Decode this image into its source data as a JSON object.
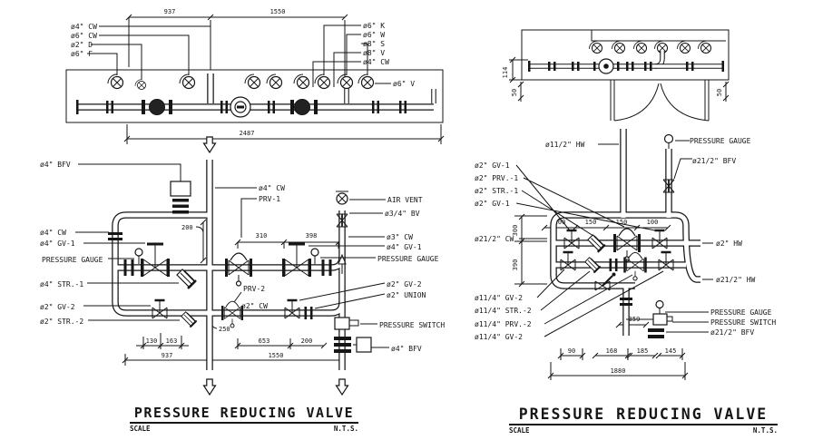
{
  "colors": {
    "ink": "#161616",
    "paper": "#ffffff"
  },
  "manifold_elevation": {
    "supply_labels": [
      "ø4\" CW",
      "ø6\" CW",
      "ø2\" D",
      "ø6\" F"
    ],
    "branch_labels": [
      "ø6\" K",
      "ø6\" W",
      "ø8\" S",
      "ø8\" V",
      "ø4\" CW"
    ],
    "vent_label": "ø6\" V",
    "dims": {
      "left_span": "937",
      "right_span": "1550",
      "total": "2487"
    }
  },
  "prv_station_left": {
    "labels": {
      "bfv_top": "ø4\" BFV",
      "cw_riser": "ø4\" CW",
      "prv1": "PRV-1",
      "air_vent": "AIR VENT",
      "bv": "ø3/4\" BV",
      "cw3": "ø3\" CW",
      "gv1_right": "ø4\" GV-1",
      "gauge_right": "PRESSURE GAUGE",
      "gv2_right": "ø2\" GV-2",
      "union": "ø2\" UNION",
      "pressure_switch": "PRESSURE SWITCH",
      "bfv_bottom": "ø4\" BFV",
      "cw_left": "ø4\" CW",
      "gv1_left": "ø4\" GV-1",
      "gauge_left": "PRESSURE GAUGE",
      "str1": "ø4\" STR.-1",
      "gv2_left": "ø2\" GV-2",
      "str2": "ø2\" STR.-2",
      "prv2": "PRV-2",
      "cw2": "ø2\" CW"
    },
    "dims": {
      "riser_offset": "200",
      "prv_span": "310",
      "outlet_span": "398",
      "drop": "250",
      "d130": "130",
      "d163": "163",
      "d653": "653",
      "d200b": "200",
      "left_total": "937",
      "right_total": "1550"
    }
  },
  "plan_view": {
    "dims": {
      "depth": "114",
      "clear_left": "50",
      "clear_right": "50"
    }
  },
  "prv_station_right": {
    "labels": {
      "hw_riser": "ø11/2\" HW",
      "gauge_top": "PRESSURE GAUGE",
      "bfv_top": "ø21/2\" BFV",
      "gv1_a": "ø2\" GV-1",
      "prv1": "ø2\" PRV.-1",
      "str1": "ø2\" STR.-1",
      "gv1_b": "ø2\" GV-1",
      "cw": "ø21/2\" CW",
      "hw_out_small": "ø2\" HW",
      "hw_out_large": "ø21/2\" HW",
      "gv2_a": "ø11/4\" GV-2",
      "str2": "ø11/4\" STR.-2",
      "prv2": "ø11/4\" PRV.-2",
      "gv2_b": "ø11/4\" GV-2",
      "gauge_bottom": "PRESSURE GAUGE",
      "pressure_switch": "PRESSURE SWITCH",
      "bfv_bottom": "ø21/2\" BFV"
    },
    "dims": {
      "d100a": "100",
      "d150a": "150",
      "d150b": "150",
      "d100b": "100",
      "v300": "300",
      "v390": "390",
      "d359": "359",
      "d90": "90",
      "d168": "168",
      "d185": "185",
      "d145": "145",
      "total": "1880"
    }
  },
  "title_left": {
    "title": "PRESSURE REDUCING VALVE",
    "scale_label": "SCALE",
    "scale_value": "N.T.S."
  },
  "title_right": {
    "title": "PRESSURE REDUCING VALVE",
    "scale_label": "SCALE",
    "scale_value": "N.T.S."
  }
}
